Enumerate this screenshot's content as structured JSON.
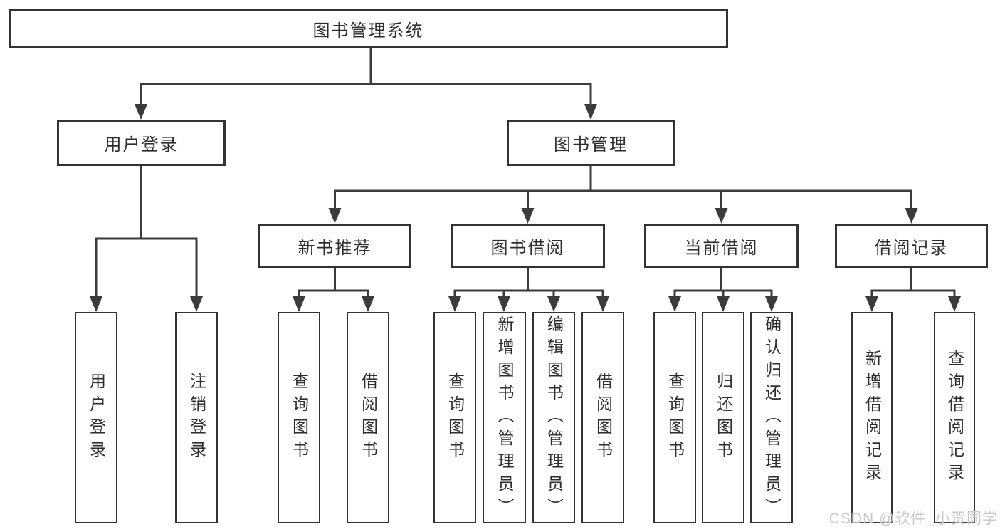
{
  "colors": {
    "line": "#3b3b3b",
    "box_border": "#333333",
    "text": "#2e2e2e",
    "background": "#ffffff",
    "watermark": "#c9c9c9"
  },
  "watermark": {
    "text": "CSDN @软件_小贺同学"
  },
  "tree": {
    "label": "图书管理系统",
    "children": [
      {
        "label": "用户登录",
        "children": [
          {
            "label": "用户登录"
          },
          {
            "label": "注销登录"
          }
        ]
      },
      {
        "label": "图书管理",
        "children": [
          {
            "label": "新书推荐",
            "children": [
              {
                "label": "查询图书"
              },
              {
                "label": "借阅图书"
              }
            ]
          },
          {
            "label": "图书借阅",
            "children": [
              {
                "label": "查询图书"
              },
              {
                "label": "新增图书（管理员）"
              },
              {
                "label": "编辑图书（管理员）"
              },
              {
                "label": "借阅图书"
              }
            ]
          },
          {
            "label": "当前借阅",
            "children": [
              {
                "label": "查询图书"
              },
              {
                "label": "归还图书"
              },
              {
                "label": "确认归还（管理员）"
              }
            ]
          },
          {
            "label": "借阅记录",
            "children": [
              {
                "label": "新增借阅记录"
              },
              {
                "label": "查询借阅记录"
              }
            ]
          }
        ]
      }
    ]
  }
}
